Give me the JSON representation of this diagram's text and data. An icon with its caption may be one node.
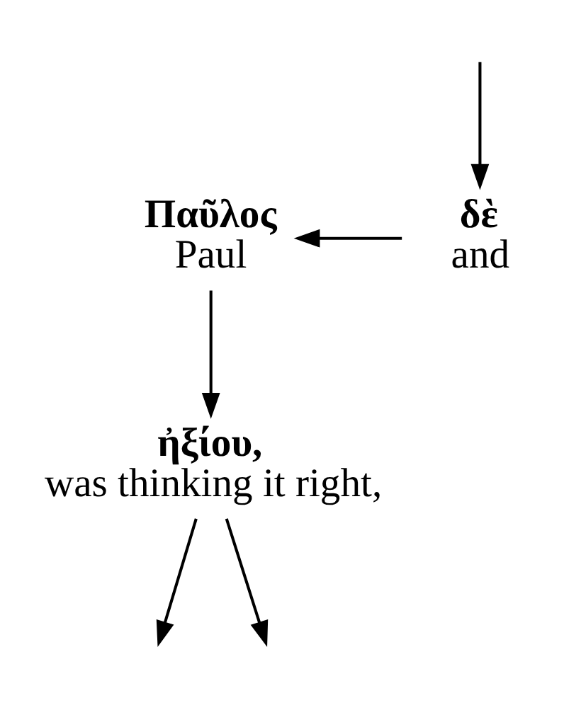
{
  "diagram": {
    "nodes": [
      {
        "text": [
          "Παῦλος",
          "Paul"
        ]
      },
      {
        "text": [
          "δὲ",
          "and"
        ]
      },
      {
        "text": [
          "ἠξίου,",
          "was thinking it right,"
        ]
      }
    ],
    "edges": [
      {
        "from": null,
        "to": 1,
        "arrow": "to"
      },
      {
        "from": 1,
        "to": 0,
        "arrow": "to"
      },
      {
        "from": 0,
        "to": 2,
        "arrow": "to"
      },
      {
        "from": 2,
        "to": null,
        "arrow": "to"
      },
      {
        "from": 2,
        "to": null,
        "arrow": "to"
      }
    ]
  }
}
